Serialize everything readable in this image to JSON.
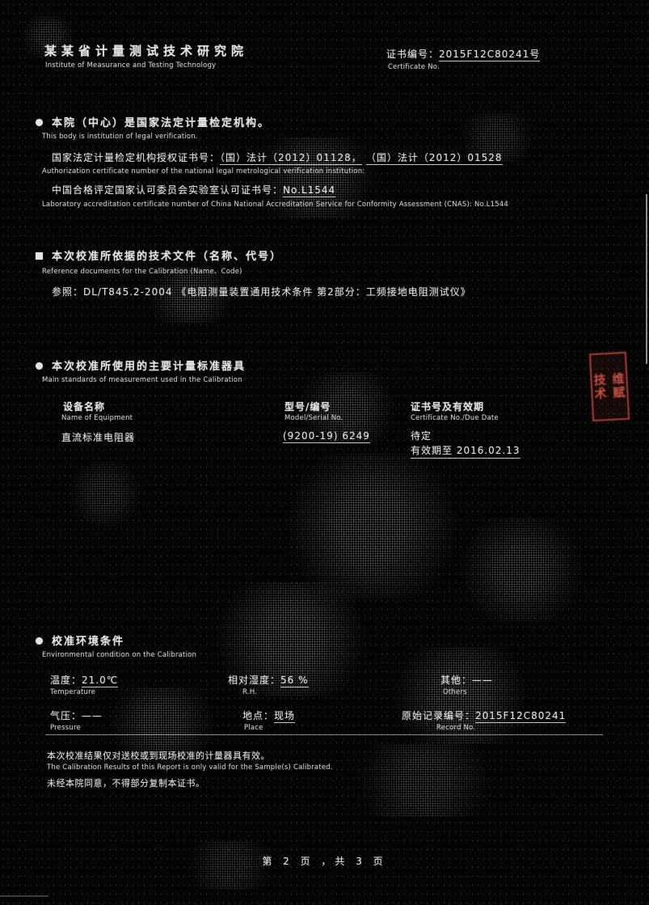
{
  "header": {
    "org_cn": "某某省计量测试技术研究院",
    "org_en": "Institute of Measurance and Testing Technology",
    "cert_no_label": "证书编号：",
    "cert_no_value": "2015F12C80241号",
    "cert_no_en": "Certificate No."
  },
  "section1": {
    "line1_cn": "本院（中心）是国家法定计量检定机构。",
    "line1_en": "This body is institution of legal verification.",
    "line2_label": "国家法定计量检定机构授权证书号：",
    "line2_value1": "（国）法计（2012）01128，",
    "line2_value2": "（国）法计（2012）01528",
    "line2_en": "Authorization certificate number of the national legal metrological verification institution:",
    "line3_label": "中国合格评定国家认可委员会实验室认可证书号：",
    "line3_value": "No.L1544",
    "line3_en": "Laboratory accreditation certificate number of China National Accreditation Service for Conformity Assessment (CNAS): No.L1544"
  },
  "section2": {
    "title_cn": "本次校准所依据的技术文件（名称、代号）",
    "title_en": "Reference documents for the Calibration (Name、Code)",
    "doc_line": "参照：DL/T845.2-2004 《电阻测量装置通用技术条件 第2部分：工频接地电阻测试仪》"
  },
  "section3": {
    "title_cn": "本次校准所使用的主要计量标准器具",
    "title_en": "Main standards of measurement used in the Calibration",
    "col1_cn": "设备名称",
    "col1_en": "Name of Equipment",
    "col2_cn": "型号/编号",
    "col2_en": "Model/Serial No.",
    "col3_cn": "证书号及有效期",
    "col3_en": "Certificate No./Due Date",
    "row_name": "直流标准电阻器",
    "row_model": "(9200-19) 6249",
    "row_cert_line1": "待定",
    "row_cert_line2": "有效期至 2016.02.13"
  },
  "section4": {
    "title_cn": "校准环境条件",
    "title_en": "Environmental condition on the Calibration",
    "temp_label": "温度：",
    "temp_value": "21.0℃",
    "temp_en": "Temperature",
    "rh_label": "相对湿度：",
    "rh_value": "56 %",
    "rh_en": "R.H.",
    "others_label": "其他：",
    "others_value": "——",
    "others_en": "Others",
    "pressure_label": "气压：",
    "pressure_value": "——",
    "pressure_en": "Pressure",
    "place_label": "地点：",
    "place_value": "现场",
    "place_en": "Place",
    "record_label": "原始记录编号：",
    "record_value": "2015F12C80241",
    "record_en": "Record No."
  },
  "notes": {
    "note1_cn": "本次校准结果仅对送校或到现场校准的计量器具有效。",
    "note1_en": "The Calibration Results of this Report is only valid for the Sample(s) Calibrated.",
    "note2_cn": "未经本院同意，不得部分复制本证书。"
  },
  "stamp": {
    "line1": "技术",
    "line2": "维赋"
  },
  "footer": {
    "page_text": "第 2 页 ，共 3 页"
  }
}
